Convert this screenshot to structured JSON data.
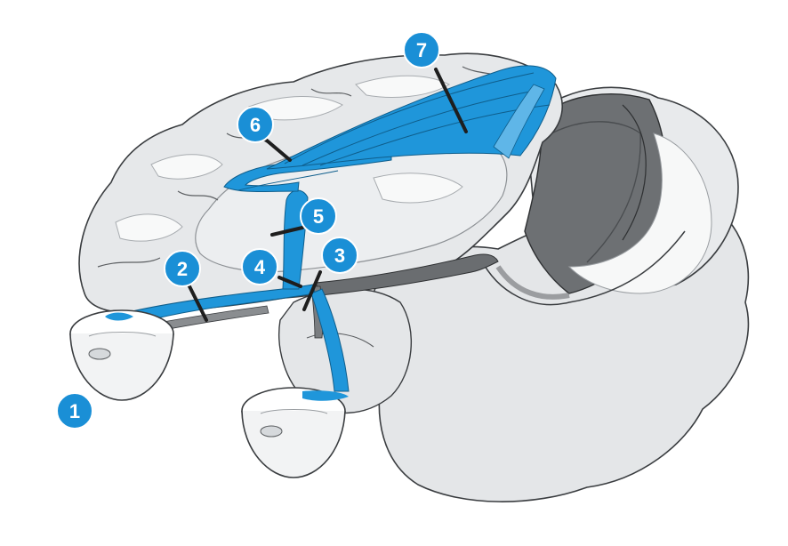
{
  "colors": {
    "visual_pathway": "#1f96da",
    "marker_fill": "#1a8fd6",
    "marker_text": "#ffffff",
    "brain_tissue": "#e6e8ea",
    "white_matter": "#f7f8f8",
    "shadow": "#b8bcc0",
    "cut_dark": "#6a6d70",
    "outline": "#3a3d40",
    "leader_line": "#1e1e1e"
  },
  "markers": [
    {
      "id": 1,
      "label": "1"
    },
    {
      "id": 2,
      "label": "2"
    },
    {
      "id": 3,
      "label": "3"
    },
    {
      "id": 4,
      "label": "4"
    },
    {
      "id": 5,
      "label": "5"
    },
    {
      "id": 6,
      "label": "6"
    },
    {
      "id": 7,
      "label": "7"
    }
  ]
}
